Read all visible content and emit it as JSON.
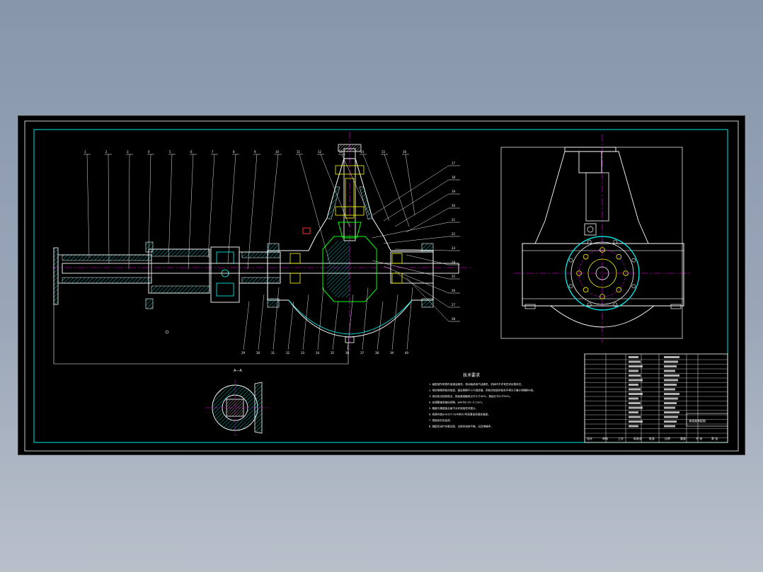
{
  "drawing": {
    "section_label": "A—A",
    "balloons_top": [
      "1",
      "2",
      "3",
      "4",
      "5",
      "6",
      "7",
      "8",
      "9",
      "10",
      "11",
      "12",
      "13",
      "14",
      "15",
      "16"
    ],
    "balloons_right": [
      "17",
      "18",
      "19",
      "20",
      "21",
      "22",
      "23",
      "24",
      "25",
      "26",
      "27",
      "28"
    ],
    "balloons_bottom": [
      "29",
      "30",
      "31",
      "32",
      "33",
      "34",
      "35",
      "36",
      "37",
      "38",
      "39",
      "40"
    ],
    "notes_title": "技术要求",
    "notes_lines": [
      "1. 装配前所有零件用煤油清洗，滚动轴承用汽油清洗，机体内不许有任何杂物存在。",
      "2. 啮合侧隙用铅丝检验，保证侧隙不小于规定值，用铅丝检验时铅丝不得大于最小侧隙的4倍。",
      "3. 用涂色法检验斑点，按齿高接触斑点不小于40%，按齿长不小于50%。",
      "4. 应调整轴承轴向间隙，φ40为0.05~0.1mm。",
      "5. 箱盖与箱座接合面不允许使用任何垫片。",
      "6. 机座内装SH0357-92中的50号润滑油至规定高度。",
      "7. 表面涂灰色油漆。",
      "8. 装配后进行空载试验，试验时运转平稳，无异常噪声。"
    ],
    "title_block": {
      "cells": [
        "设计",
        "审核",
        "工艺",
        "标准化",
        "批准",
        "比例",
        "重量",
        "共 张",
        "第 张"
      ],
      "drawing_name": "减速器装配图"
    }
  },
  "colors": {
    "sheet": "#000000",
    "frame": "#00ffff",
    "outline": "#ffffff",
    "centerline": "#ff00ff",
    "hatch": "#00ffff",
    "gear": "#00ff00",
    "bolt": "#ffff00",
    "accent_red": "#ff3030"
  }
}
